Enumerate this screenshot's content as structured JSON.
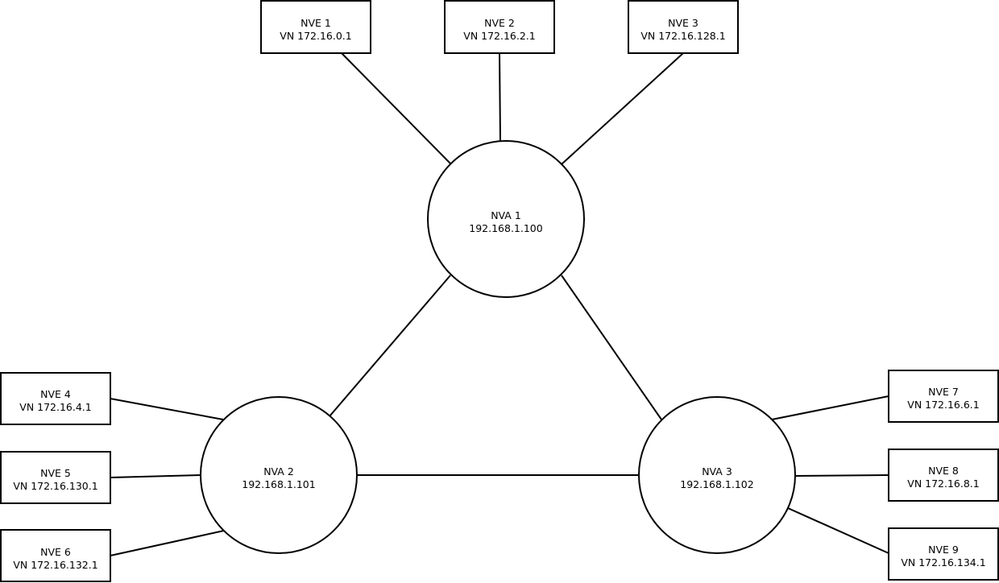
{
  "diagram": {
    "nva_nodes": [
      {
        "name": "NVA 1",
        "address": "192.168.1.100"
      },
      {
        "name": "NVA 2",
        "address": "192.168.1.101"
      },
      {
        "name": "NVA 3",
        "address": "192.168.1.102"
      }
    ],
    "nve_nodes": [
      {
        "name": "NVE 1",
        "vn": "VN 172.16.0.1"
      },
      {
        "name": "NVE 2",
        "vn": "VN 172.16.2.1"
      },
      {
        "name": "NVE 3",
        "vn": "VN 172.16.128.1"
      },
      {
        "name": "NVE 4",
        "vn": "VN 172.16.4.1"
      },
      {
        "name": "NVE 5",
        "vn": "VN 172.16.130.1"
      },
      {
        "name": "NVE 6",
        "vn": "VN 172.16.132.1"
      },
      {
        "name": "NVE 7",
        "vn": "VN 172.16.6.1"
      },
      {
        "name": "NVE 8",
        "vn": "VN 172.16.8.1"
      },
      {
        "name": "NVE 9",
        "vn": "VN 172.16.134.1"
      }
    ],
    "links": [
      {
        "from": "NVE 1",
        "to": "NVA 1"
      },
      {
        "from": "NVE 2",
        "to": "NVA 1"
      },
      {
        "from": "NVE 3",
        "to": "NVA 1"
      },
      {
        "from": "NVA 1",
        "to": "NVA 2"
      },
      {
        "from": "NVA 1",
        "to": "NVA 3"
      },
      {
        "from": "NVA 2",
        "to": "NVA 3"
      },
      {
        "from": "NVE 4",
        "to": "NVA 2"
      },
      {
        "from": "NVE 5",
        "to": "NVA 2"
      },
      {
        "from": "NVE 6",
        "to": "NVA 2"
      },
      {
        "from": "NVE 7",
        "to": "NVA 3"
      },
      {
        "from": "NVE 8",
        "to": "NVA 3"
      },
      {
        "from": "NVE 9",
        "to": "NVA 3"
      }
    ]
  }
}
